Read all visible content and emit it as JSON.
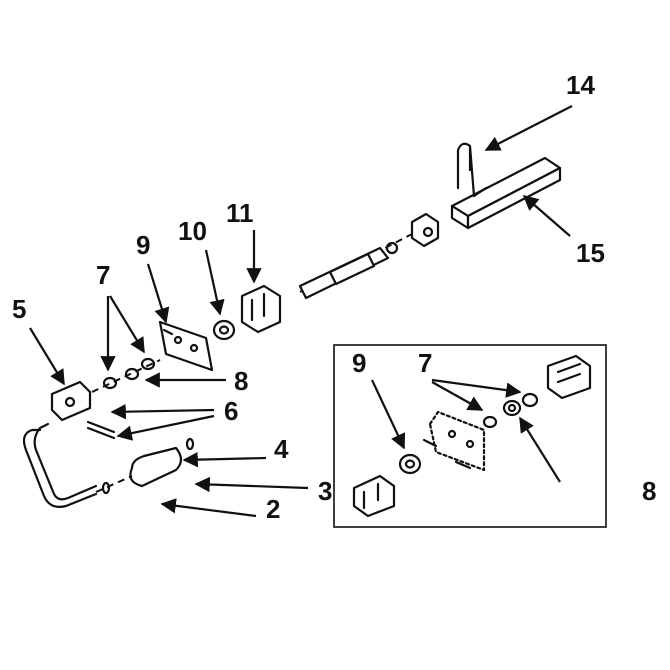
{
  "diagram": {
    "colors": {
      "ink": "#111111",
      "paper": "#ffffff"
    },
    "labels": [
      {
        "id": "label-14",
        "text": "14"
      },
      {
        "id": "label-15",
        "text": "15"
      },
      {
        "id": "label-11",
        "text": "11"
      },
      {
        "id": "label-10",
        "text": "10"
      },
      {
        "id": "label-9",
        "text": "9"
      },
      {
        "id": "label-7",
        "text": "7"
      },
      {
        "id": "label-5",
        "text": "5"
      },
      {
        "id": "label-8",
        "text": "8"
      },
      {
        "id": "label-6",
        "text": "6"
      },
      {
        "id": "label-4",
        "text": "4"
      },
      {
        "id": "label-3",
        "text": "3"
      },
      {
        "id": "label-2",
        "text": "2"
      }
    ],
    "inset": {
      "labels": [
        {
          "id": "inset-label-9",
          "text": "9"
        },
        {
          "id": "inset-label-7",
          "text": "7"
        }
      ]
    },
    "outside_label": {
      "id": "outside-label-8",
      "text": "8"
    }
  }
}
